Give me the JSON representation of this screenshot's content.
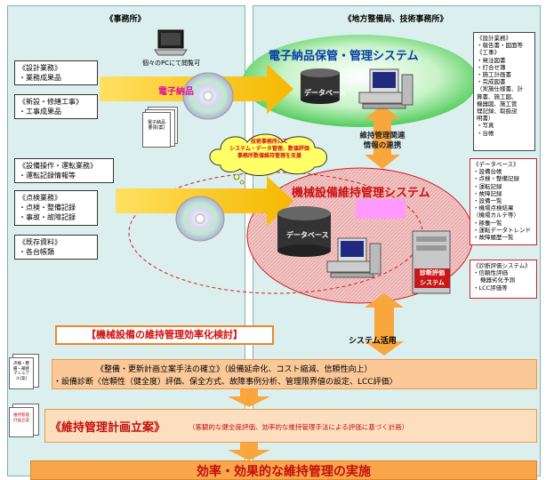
{
  "left_header": "《事務所》",
  "right_header": "《地方整備局、技術事務所》",
  "pc_caption": "個々のPCにて閲覧可",
  "design_box": [
    "《設計業務》",
    "・業務成果品"
  ],
  "construction_box": [
    "《新設・修繕工事》",
    "・工事成果品"
  ],
  "operation_box": [
    "《設備操作・運転業務》",
    "・運転記録情報等"
  ],
  "inspection_box": [
    "《点検業務》",
    "・点検・整備記録",
    "・事故・故障記録"
  ],
  "existing_box": [
    "《既存資料》",
    "・各台帳類"
  ],
  "denshi_nohin_label": "電子納品",
  "paper_doc_label": "電子納品要領(案)",
  "green_system_title": "電子納品保管・管理システム",
  "database_label": "データベース",
  "cloud_text": [
    "技術事務所にて",
    "システム・データ管理、数値評価",
    "事務所数値維持管理を支援"
  ],
  "link_label": [
    "維持管理関連",
    "情報の連携"
  ],
  "red_system_title": "機械設備維持管理システム",
  "database_label2": "データベース",
  "diagnosis_label": [
    "診断評価",
    "システム"
  ],
  "efficiency_review": "【機械設備の維持管理効率化検討】",
  "system_use_label": "システム活用",
  "right_box1": [
    "《設計業務》",
    "・報告書・図面等",
    "《工事》",
    "・発注図書",
    "・打合せ簿",
    "・施工計画書",
    "・完成図書",
    "（実施仕様書、計",
    "算書、施工図、",
    "機器図、施工管",
    "理記録、取扱説",
    "明書）",
    "・写真",
    "・台帳"
  ],
  "right_box2": [
    "《データベース》",
    "・設備台帳",
    "・点検・整備記録",
    "・運転記録",
    "・故障記録",
    "・設備一覧",
    "・機場点検結果",
    "（機場カルテ等）",
    "・稼働一覧",
    "・運転データトレンド",
    "・故障履歴一覧"
  ],
  "right_box3": [
    "《診断評価システム》",
    "・信頼性評価",
    "機器劣化予測",
    "・LCC評価等"
  ],
  "renewal_line1": "《整備・更新計画立案手法の確立》（設備延命化、コスト縮減、信頼性向上）",
  "renewal_line2": "・設備診断〈信頼性（健全度）評価、保全方式、故障事例分析、管理限界値の設定、LCC評価〉",
  "plan_title": "《維持管理計画立案》",
  "plan_sub": "（客観的な健全度評価、効率的な維持管理手法による評価に基づく計画）",
  "final_text": "効率・効果的な維持管理の実施",
  "small_doc1": "点検・整備・補修マニュアル(案)",
  "small_doc2": "維持管理計画立案"
}
